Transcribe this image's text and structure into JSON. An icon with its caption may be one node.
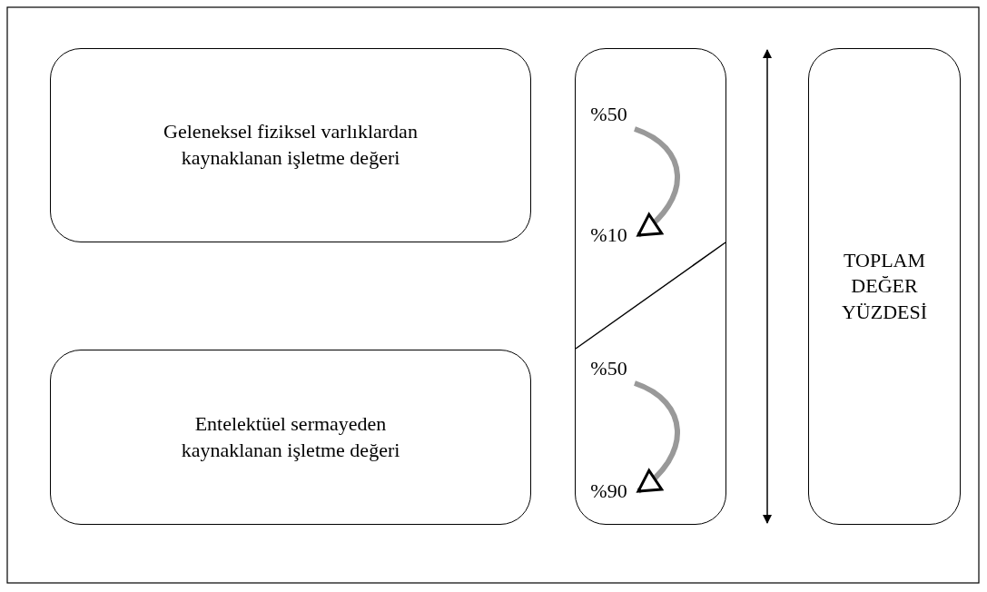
{
  "diagram": {
    "nodes": [
      {
        "text": [
          "Geleneksel fiziksel varlıklardan kaynaklanan işletme değeri"
        ]
      },
      {
        "text": [
          "Entelektüel sermayeden kaynaklanan işletme değeri"
        ]
      },
      {
        "text": [],
        "shape": "box"
      },
      {
        "text": [
          "%50"
        ],
        "in": 2
      },
      {
        "text": [
          "%10"
        ],
        "in": 2
      },
      {
        "text": [
          "%50"
        ],
        "in": 2
      },
      {
        "text": [
          "%90"
        ],
        "in": 2
      },
      {
        "text": [
          "TOPLAM DEĞER YÜZDESİ"
        ]
      }
    ],
    "edges": [
      {
        "from": 3,
        "to": 4,
        "arrow": "to"
      },
      {
        "from": 5,
        "to": 6,
        "arrow": "to"
      }
    ]
  }
}
